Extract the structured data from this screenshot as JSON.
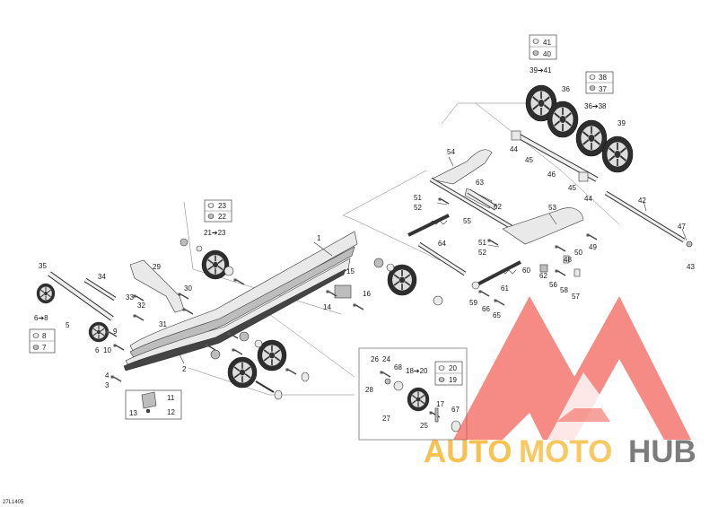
{
  "diagram": {
    "drawing_id": "27L1405",
    "callouts": [
      "1",
      "2",
      "3",
      "4",
      "5",
      "6",
      "7",
      "8",
      "9",
      "10",
      "11",
      "12",
      "13",
      "14",
      "15",
      "16",
      "17",
      "18",
      "19",
      "20",
      "21",
      "22",
      "23",
      "24",
      "25",
      "26",
      "27",
      "28",
      "29",
      "30",
      "31",
      "32",
      "33",
      "34",
      "35",
      "36",
      "37",
      "38",
      "39",
      "40",
      "41",
      "42",
      "43",
      "44",
      "45",
      "46",
      "47",
      "48",
      "49",
      "50",
      "51",
      "52",
      "53",
      "54",
      "55",
      "56",
      "57",
      "58",
      "59",
      "60",
      "61",
      "62",
      "63",
      "64",
      "65",
      "66",
      "67",
      "68"
    ],
    "ranges": {
      "r_6_8": "6➔8",
      "r_18_20": "18➔20",
      "r_21_23": "21➔23",
      "r_36_38": "36➔38",
      "r_39_41": "39➔41"
    }
  },
  "watermark": {
    "brand_part1": "AUTO",
    "brand_part2": "MOTO",
    "brand_part3": "HUB",
    "colors": {
      "primary": "#ef4a3f",
      "accent": "#f7b733",
      "dark": "#333333"
    }
  }
}
